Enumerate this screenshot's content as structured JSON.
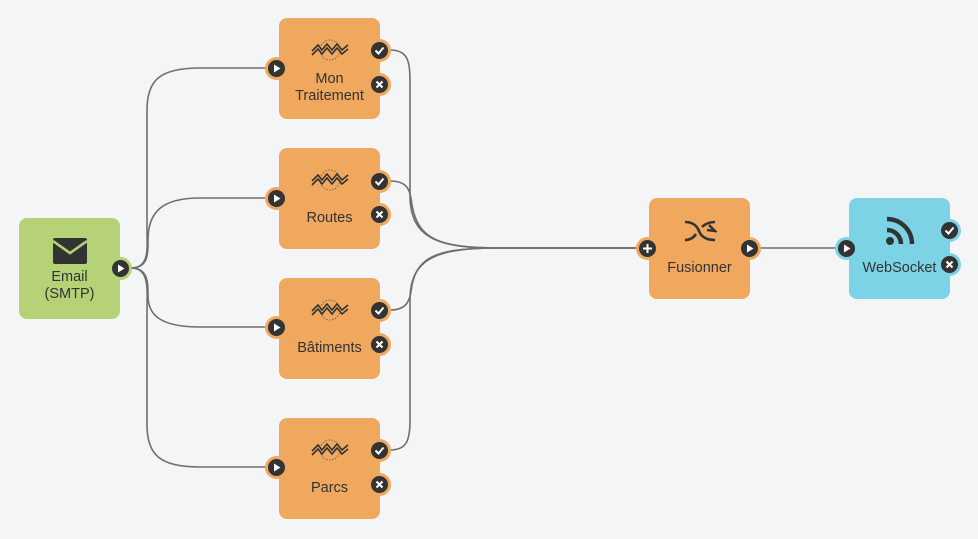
{
  "nodes": {
    "email": {
      "label": "Email\n(SMTP)",
      "icon": "envelope-icon"
    },
    "mon_traitement": {
      "label": "Mon\nTraitement",
      "icon": "fme-logo-icon"
    },
    "routes": {
      "label": "Routes",
      "icon": "fme-logo-icon"
    },
    "batiments": {
      "label": "Bâtiments",
      "icon": "fme-logo-icon"
    },
    "parcs": {
      "label": "Parcs",
      "icon": "fme-logo-icon"
    },
    "fusionner": {
      "label": "Fusionner",
      "icon": "merge-arrows-icon"
    },
    "websocket": {
      "label": "WebSocket",
      "icon": "rss-feed-icon"
    }
  },
  "connections": [
    {
      "from": "email",
      "to": "mon_traitement"
    },
    {
      "from": "email",
      "to": "routes"
    },
    {
      "from": "email",
      "to": "batiments"
    },
    {
      "from": "email",
      "to": "parcs"
    },
    {
      "from": "mon_traitement",
      "to": "fusionner"
    },
    {
      "from": "routes",
      "to": "fusionner"
    },
    {
      "from": "batiments",
      "to": "fusionner"
    },
    {
      "from": "parcs",
      "to": "fusionner"
    },
    {
      "from": "fusionner",
      "to": "websocket"
    }
  ],
  "colors": {
    "background": "#f4f5f7",
    "workspace_node": "#f0a85f",
    "trigger_node": "#b5d277",
    "external_node": "#7dd3e6",
    "port": "#333333",
    "edge": "#6e6e6e"
  }
}
